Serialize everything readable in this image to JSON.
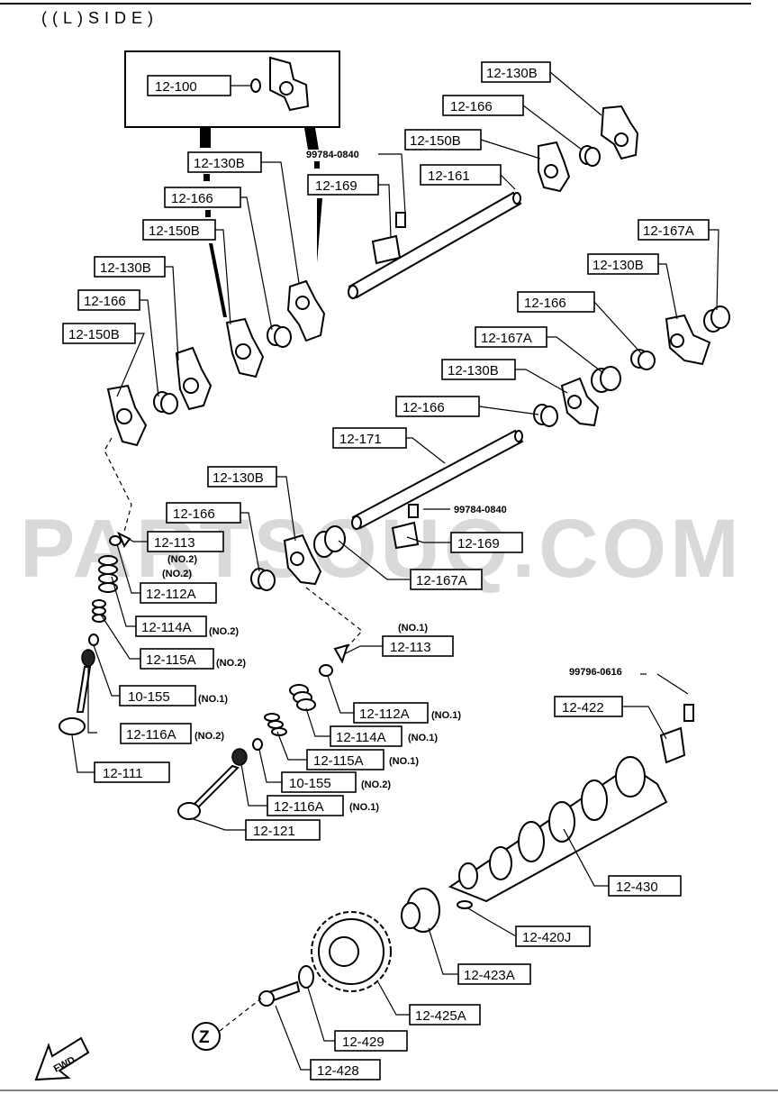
{
  "header": {
    "title": "((L)SIDE)"
  },
  "watermark": "PARTSOUQ.COM",
  "fwd_label": "FWD",
  "zone_marker": "Z",
  "labels": {
    "p12_100": "12-100",
    "p12_130b_top_right": "12-130B",
    "p12_166_top_right": "12-166",
    "p12_150b_top_right": "12-150B",
    "p12_161": "12-161",
    "p99784_top": "99784-0840",
    "p12_130b_mid": "12-130B",
    "p12_169_top": "12-169",
    "p12_166_mid": "12-166",
    "p12_150b_mid": "12-150B",
    "p12_130b_left": "12-130B",
    "p12_166_left": "12-166",
    "p12_150b_left": "12-150B",
    "p12_167a_right": "12-167A",
    "p12_130b_right": "12-130B",
    "p12_166_right": "12-166",
    "p12_167a_center": "12-167A",
    "p12_130b_center": "12-130B",
    "p12_166_center": "12-166",
    "p12_171": "12-171",
    "p12_130b_lower": "12-130B",
    "p99784_lower": "99784-0840",
    "p12_166_lower": "12-166",
    "p12_169_lower": "12-169",
    "p12_113_left": "12-113",
    "p12_167a_lower": "12-167A",
    "p12_112a_left": "12-112A",
    "p12_114a_left": "12-114A",
    "p12_113_right": "12-113",
    "p12_115a_left": "12-115A",
    "p10_155_left": "10-155",
    "p99796": "99796-0616",
    "p12_112a_right": "12-112A",
    "p12_116a_left": "12-116A",
    "p12_422": "12-422",
    "p12_114a_right": "12-114A",
    "p12_115a_right": "12-115A",
    "p12_111": "12-111",
    "p10_155_right": "10-155",
    "p12_116a_right": "12-116A",
    "p12_121": "12-121",
    "p12_430": "12-430",
    "p12_420j": "12-420J",
    "p12_423a": "12-423A",
    "p12_425a": "12-425A",
    "p12_429": "12-429",
    "p12_428": "12-428"
  },
  "notes": {
    "no2_a": "(NO.2)",
    "no2_b": "(NO.2)",
    "no2_c": "(NO.2)",
    "no2_d": "(NO.2)",
    "no1_a": "(NO.1)",
    "no1_b": "(NO.1)",
    "no1_c": "(NO.1)",
    "no1_d": "(NO.1)",
    "no1_e": "(NO.1)",
    "no2_e": "(NO.2)",
    "no2_f": "(NO.2)",
    "no1_f": "(NO.1)"
  },
  "colors": {
    "ink": "#000000",
    "paper": "#ffffff",
    "watermark": "#d9d9d9"
  }
}
